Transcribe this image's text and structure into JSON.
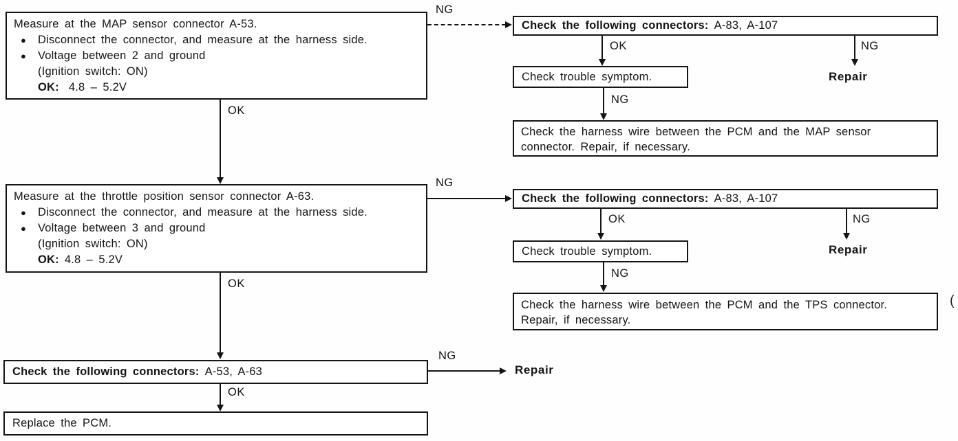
{
  "colors": {
    "ink": "#141414",
    "paper": "#ffffff"
  },
  "glyphs": {
    "bullet": "●"
  },
  "labels": {
    "ok": "OK",
    "ng": "NG",
    "repair": "Repair"
  },
  "boxes": {
    "measure_map": {
      "title": "Measure at the MAP sensor connector A-53.",
      "bullet1": "Disconnect the connector, and measure at the harness side.",
      "bullet2": "Voltage between 2 and ground",
      "condition": "(Ignition switch: ON)",
      "ok_key": "OK:",
      "ok_value": "4.8 – 5.2V"
    },
    "measure_tps": {
      "title": "Measure at the throttle position sensor connector A-63.",
      "bullet1": "Disconnect the connector, and measure at the harness side.",
      "bullet2": "Voltage between 3 and ground",
      "condition": "(Ignition switch: ON)",
      "ok_key": "OK:",
      "ok_value": "4.8 – 5.2V"
    },
    "check_connectors_map": {
      "lead": "Check the following connectors:",
      "value": "A-83, A-107"
    },
    "check_trouble_map": {
      "text": "Check trouble symptom."
    },
    "harness_map": {
      "text": "Check the harness wire between the PCM and the MAP sensor connector. Repair, if necessary."
    },
    "check_connectors_tps": {
      "lead": "Check the following connectors:",
      "value": "A-83, A-107"
    },
    "check_trouble_tps": {
      "text": "Check trouble symptom."
    },
    "harness_tps": {
      "text": "Check the harness wire between the PCM and the TPS connector. Repair, if necessary."
    },
    "check_connectors_final": {
      "lead": "Check the following connectors:",
      "value": "A-53, A-63"
    },
    "replace_pcm": {
      "text": "Replace the PCM."
    }
  },
  "stray_mark": "("
}
